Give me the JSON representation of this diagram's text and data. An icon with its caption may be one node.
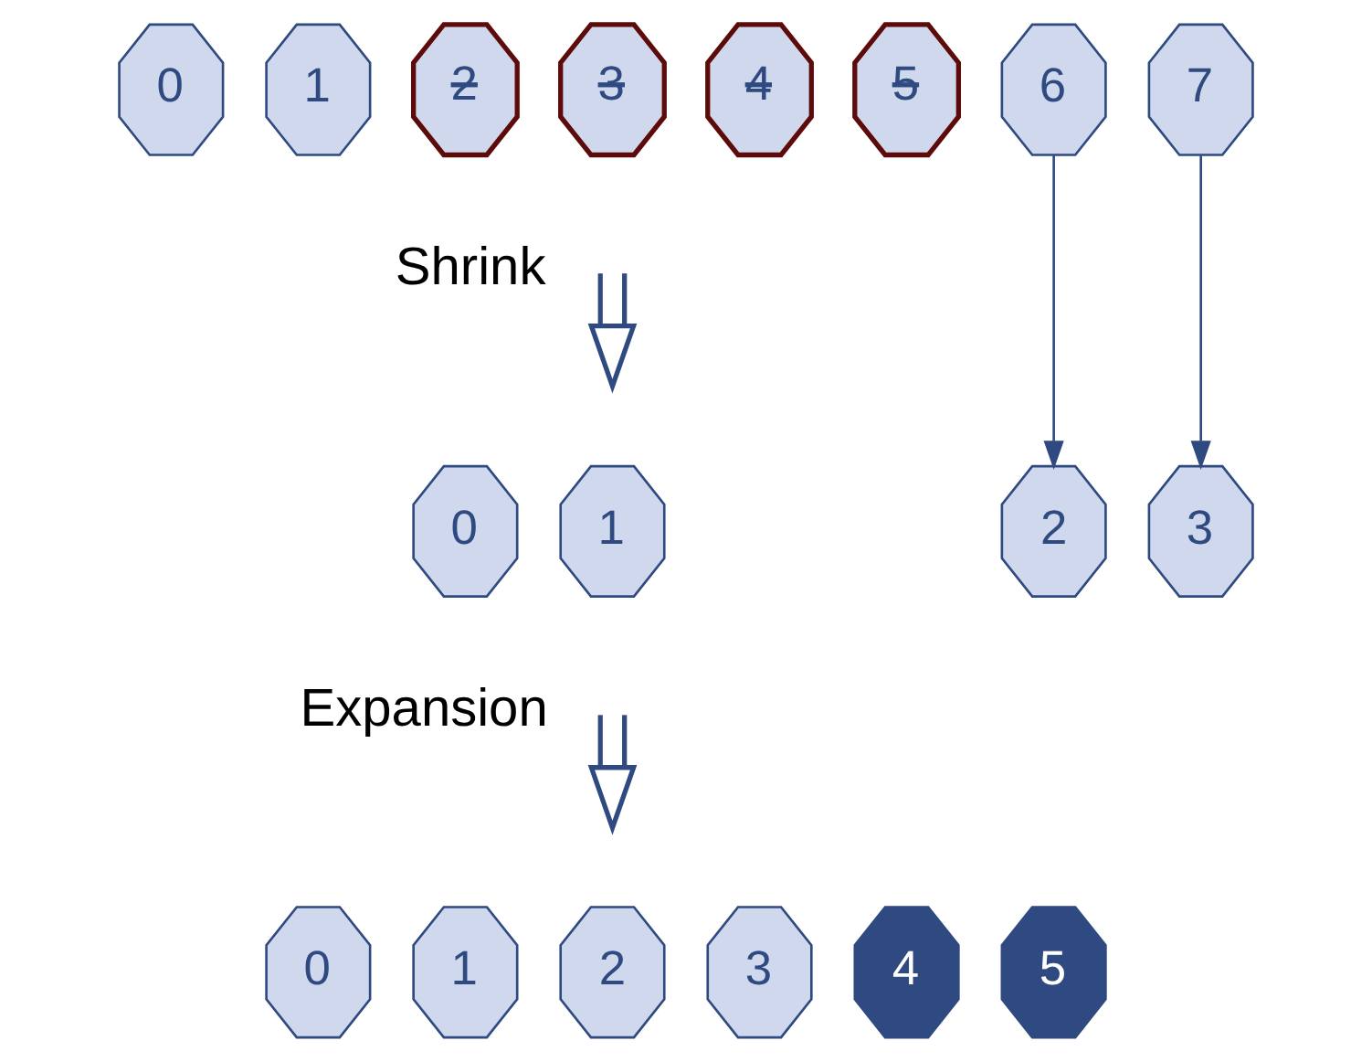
{
  "diagram": {
    "nodes": [
      {
        "text": [
          "0"
        ]
      },
      {
        "text": [
          "1"
        ]
      },
      {
        "text": [
          "2"
        ]
      },
      {
        "text": [
          "3"
        ]
      },
      {
        "text": [
          "4"
        ]
      },
      {
        "text": [
          "5"
        ]
      },
      {
        "text": [
          "6"
        ]
      },
      {
        "text": [
          "7"
        ]
      },
      {
        "text": [
          "0"
        ]
      },
      {
        "text": [
          "1"
        ]
      },
      {
        "text": [
          "2"
        ]
      },
      {
        "text": [
          "3"
        ]
      },
      {
        "text": [
          "0"
        ]
      },
      {
        "text": [
          "1"
        ]
      },
      {
        "text": [
          "2"
        ]
      },
      {
        "text": [
          "3"
        ]
      },
      {
        "text": [
          "4"
        ]
      },
      {
        "text": [
          "5"
        ]
      }
    ],
    "edges": [
      {
        "from": 6,
        "to": 10,
        "arrow": "to"
      },
      {
        "from": 7,
        "to": 11,
        "arrow": "to"
      }
    ],
    "labels": [
      "Shrink",
      "Expansion"
    ]
  }
}
